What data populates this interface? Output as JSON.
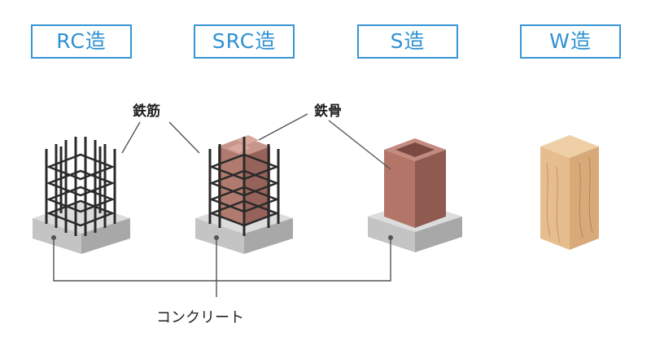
{
  "types": [
    {
      "id": "rc",
      "label": "RC造"
    },
    {
      "id": "src",
      "label": "SRC造"
    },
    {
      "id": "s",
      "label": "S造"
    },
    {
      "id": "w",
      "label": "W造"
    }
  ],
  "callouts": {
    "rebar": "鉄筋",
    "steel_frame": "鉄骨",
    "concrete": "コンクリート"
  },
  "colors": {
    "accent": "#3596d5",
    "concrete_top": "#d9d9d9",
    "concrete_side": "#bdbdbd",
    "steel": "#a5665a",
    "wood": "#e2b98a",
    "rebar": "#2a2a2a"
  }
}
